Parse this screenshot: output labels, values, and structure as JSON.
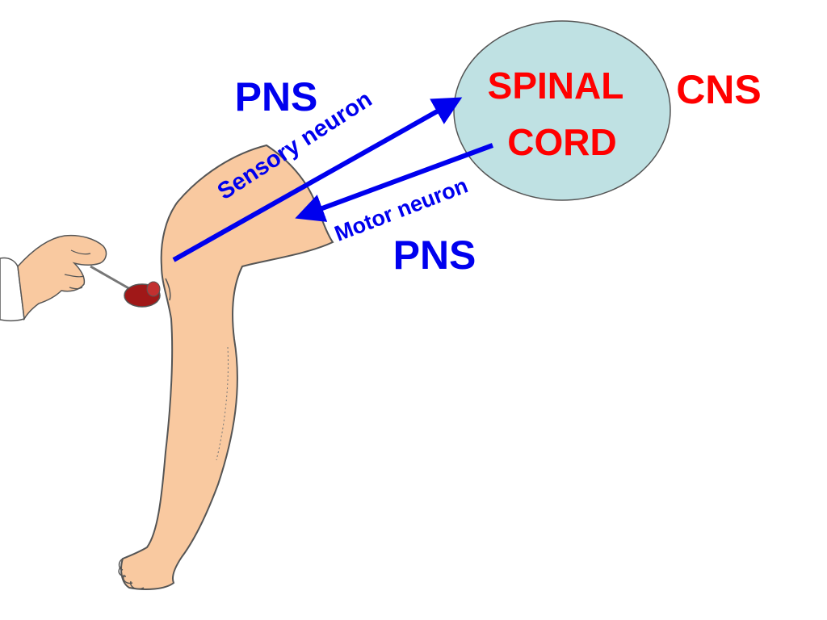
{
  "colors": {
    "blue": "#0000ee",
    "red": "#ff0000",
    "skin": "#f9c9a0",
    "outline": "#555555",
    "cord_fill": "#bfe1e3",
    "hammer": "#a01818"
  },
  "labels": {
    "spinal_line1": "SPINAL",
    "spinal_line2": "CORD",
    "cns": "CNS",
    "pns_top": "PNS",
    "pns_bottom": "PNS",
    "sensory_neuron": "Sensory neuron",
    "motor_neuron": "Motor neuron"
  },
  "icons": {
    "leg": "leg-illustration",
    "hand": "hand-with-reflex-hammer",
    "hammer": "reflex-hammer-icon"
  }
}
